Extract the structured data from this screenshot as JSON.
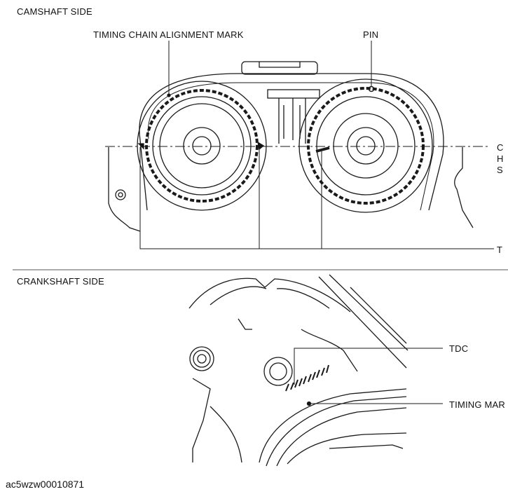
{
  "camshaft": {
    "section_title": "CAMSHAFT SIDE",
    "labels": {
      "alignment_mark": "TIMING CHAIN ALIGNMENT MARK",
      "pin": "PIN",
      "right_c": "C",
      "right_h": "H",
      "right_s": "S",
      "right_t": "T"
    }
  },
  "crankshaft": {
    "section_title": "CRANKSHAFT SIDE",
    "labels": {
      "tdc": "TDC",
      "timing_mark": "TIMING MAR"
    }
  },
  "figure_code": "ac5wzw00010871"
}
